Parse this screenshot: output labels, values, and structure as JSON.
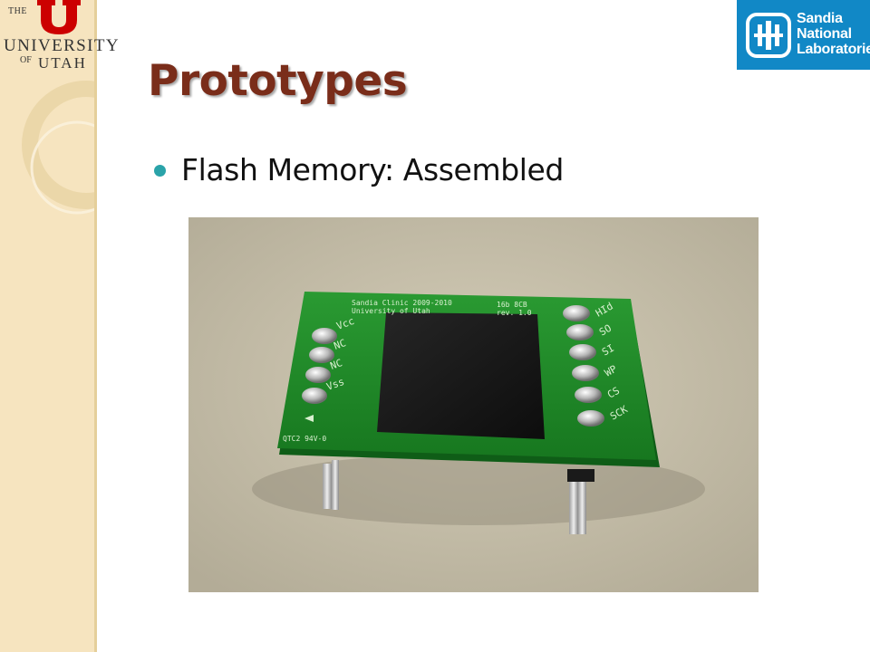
{
  "logos": {
    "university": {
      "line1": "THE",
      "line2": "UNIVERSITY",
      "line3a": "OF",
      "line3b": "UTAH",
      "mark": "U",
      "color": "#cc0000"
    },
    "sandia": {
      "line1": "Sandia",
      "line2": "National",
      "line3": "Laboratories",
      "color": "#1188c6"
    }
  },
  "slide": {
    "title": "Prototypes",
    "bullets": [
      {
        "text": "Flash Memory: Assembled"
      }
    ]
  },
  "photo": {
    "board_text": {
      "top_line1": "Sandia Clinic 2009-2010",
      "top_line2": "University of Utah",
      "rev1": "16b 8CB",
      "rev2": "rev. 1.0",
      "left_pins": [
        "Vcc",
        "NC",
        "NC",
        "Vss"
      ],
      "right_pins": [
        "HId",
        "SO",
        "SI",
        "WP",
        "CS",
        "SCK"
      ],
      "bottom": "QTC2 94V-0"
    }
  },
  "colors": {
    "title": "#7a2d1a",
    "bullet": "#2aa3a9",
    "sidebar": "#f6e4bf",
    "pcb": "#1f8a2a"
  }
}
